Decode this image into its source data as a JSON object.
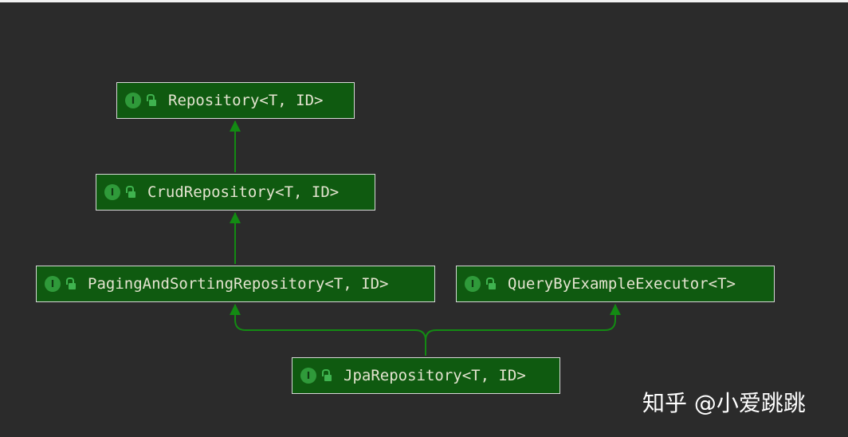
{
  "nodes": {
    "repository": {
      "label": "Repository<T, ID>",
      "icon": "interface-icon",
      "access": "unlocked-icon"
    },
    "crud_repository": {
      "label": "CrudRepository<T, ID>",
      "icon": "interface-icon",
      "access": "unlocked-icon"
    },
    "paging_and_sorting_repository": {
      "label": "PagingAndSortingRepository<T, ID>",
      "icon": "interface-icon",
      "access": "unlocked-icon"
    },
    "query_by_example_executor": {
      "label": "QueryByExampleExecutor<T>",
      "icon": "interface-icon",
      "access": "unlocked-icon"
    },
    "jpa_repository": {
      "label": "JpaRepository<T, ID>",
      "icon": "interface-icon",
      "access": "unlocked-icon"
    }
  },
  "edges": [
    {
      "from": "CrudRepository<T, ID>",
      "to": "Repository<T, ID>",
      "type": "extends"
    },
    {
      "from": "PagingAndSortingRepository<T, ID>",
      "to": "CrudRepository<T, ID>",
      "type": "extends"
    },
    {
      "from": "JpaRepository<T, ID>",
      "to": "PagingAndSortingRepository<T, ID>",
      "type": "extends"
    },
    {
      "from": "JpaRepository<T, ID>",
      "to": "QueryByExampleExecutor<T>",
      "type": "extends"
    }
  ],
  "icon_glyph": "I",
  "watermark": "知乎 @小爱跳跳",
  "colors": {
    "background": "#2b2b2b",
    "node_fill": "#0f5a10",
    "node_border": "#d7d7d7",
    "node_text": "#e4e4d0",
    "edge": "#138a13",
    "icon": "#2f9a3a"
  }
}
